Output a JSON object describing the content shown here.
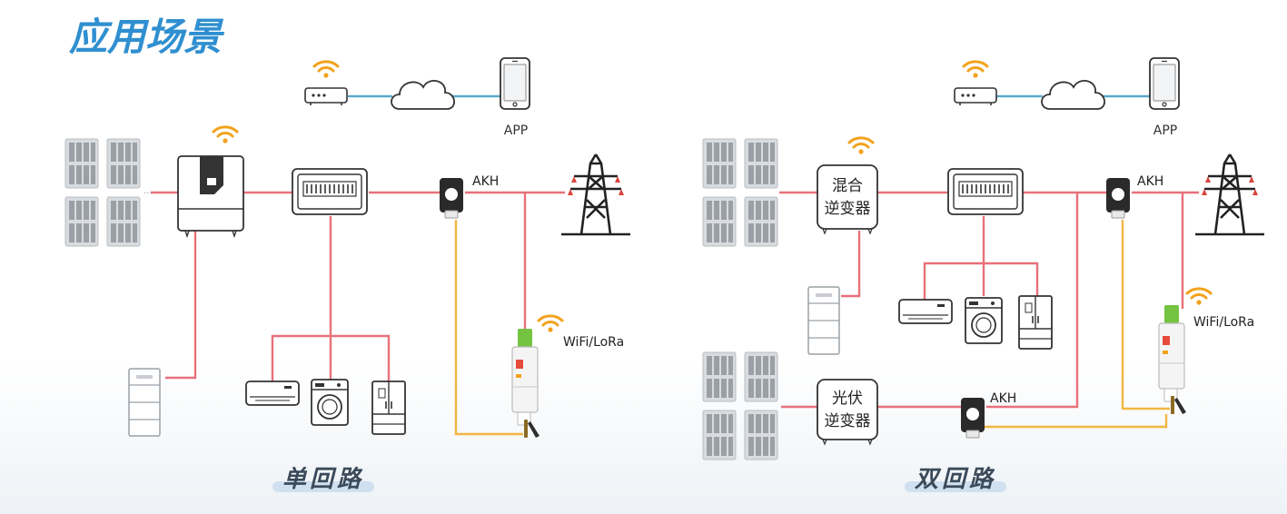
{
  "page": {
    "title": "应用场景"
  },
  "left": {
    "caption": "单回路",
    "app_label": "APP",
    "meter_label": "AKH",
    "wireless_label": "WiFi/LoRa"
  },
  "right": {
    "caption": "双回路",
    "app_label": "APP",
    "meter_label_top": "AKH",
    "meter_label_bottom": "AKH",
    "wireless_label": "WiFi/LoRa",
    "hybrid_inverter": {
      "line1": "混合",
      "line2": "逆变器"
    },
    "pv_inverter": {
      "line1": "光伏",
      "line2": "逆变器"
    }
  },
  "colors": {
    "title": "#2f8fd0",
    "power_line": "#e8707a",
    "signal_line": "#f2b640",
    "network_line": "#5aa9c9",
    "wifi": "#f2a21c",
    "device_green": "#74c341",
    "caption_highlight": "#cfe0f0"
  }
}
